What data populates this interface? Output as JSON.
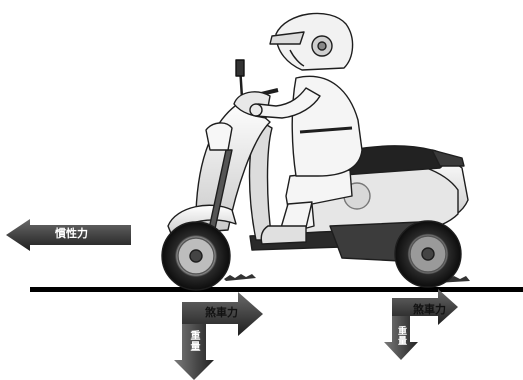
{
  "labels": {
    "inertia": "慣性力",
    "brake_front": "煞車力",
    "brake_rear": "煞車力",
    "weight_front": "重量",
    "weight_rear": "重量"
  },
  "colors": {
    "arrow_dark": "#2b2b2b",
    "arrow_mid": "#555555",
    "body_white": "#f2f2f2",
    "body_gray": "#c8c8c8",
    "tire_black": "#1a1a1a",
    "ground": "#000000"
  }
}
